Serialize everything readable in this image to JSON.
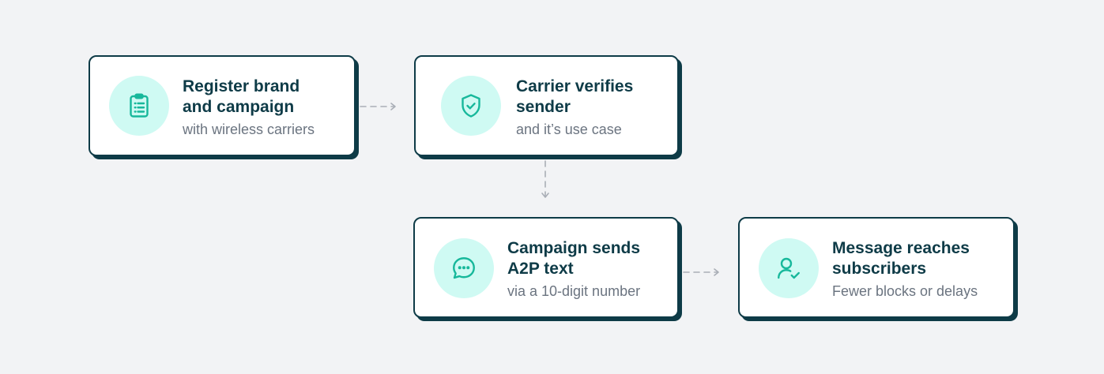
{
  "colors": {
    "background": "#f2f3f5",
    "card_border": "#0e3b47",
    "title_text": "#0e3b47",
    "subtitle_text": "#6b7480",
    "icon_circle": "#cffaf3",
    "icon_stroke": "#17b89b",
    "connector": "#a9aeb6"
  },
  "steps": [
    {
      "title": "Register brand and campaign",
      "subtitle": "with wireless carriers",
      "icon": "clipboard-list-icon"
    },
    {
      "title": "Carrier verifies sender",
      "subtitle": "and it’s use case",
      "icon": "shield-check-icon"
    },
    {
      "title": "Campaign sends A2P text",
      "subtitle": "via a 10-digit number",
      "icon": "chat-bubble-icon"
    },
    {
      "title": "Message reaches subscribers",
      "subtitle": "Fewer blocks or delays",
      "icon": "user-check-icon"
    }
  ]
}
